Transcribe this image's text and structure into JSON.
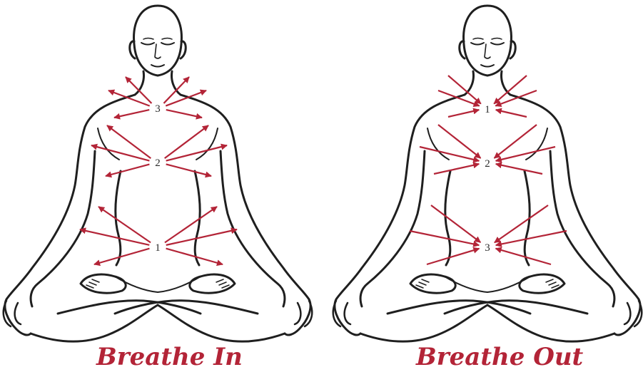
{
  "colors": {
    "line": "#1f1f1f",
    "accent": "#b32437",
    "label": "#2a2a2a",
    "background": "#ffffff"
  },
  "panels": [
    {
      "id": "inhale",
      "caption": "Breathe In",
      "direction": "outward",
      "points": [
        {
          "label": "3",
          "region": "clavicle"
        },
        {
          "label": "2",
          "region": "chest"
        },
        {
          "label": "1",
          "region": "belly"
        }
      ]
    },
    {
      "id": "exhale",
      "caption": "Breathe Out",
      "direction": "inward",
      "points": [
        {
          "label": "1",
          "region": "clavicle"
        },
        {
          "label": "2",
          "region": "chest"
        },
        {
          "label": "3",
          "region": "belly"
        }
      ]
    }
  ]
}
